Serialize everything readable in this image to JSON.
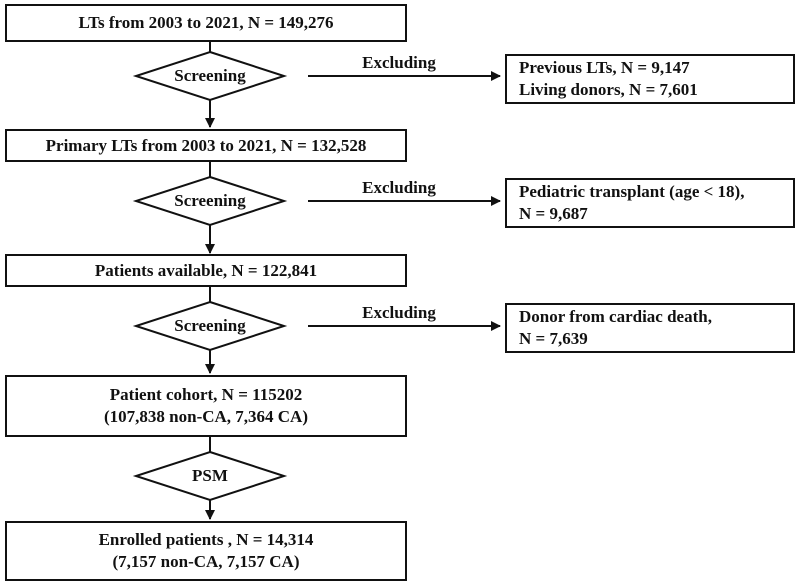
{
  "main_boxes": [
    {
      "lines": [
        "LTs from 2003 to 2021, N = 149,276"
      ]
    },
    {
      "lines": [
        "Primary LTs from 2003 to 2021, N = 132,528"
      ]
    },
    {
      "lines": [
        "Patients available, N = 122,841"
      ]
    },
    {
      "lines": [
        "Patient cohort, N = 115202",
        "(107,838 non-CA, 7,364 CA)"
      ]
    },
    {
      "lines": [
        "Enrolled patients , N = 14,314",
        "(7,157 non-CA,  7,157 CA)"
      ]
    }
  ],
  "diamonds": [
    "Screening",
    "Screening",
    "Screening",
    "PSM"
  ],
  "exclusion_label": "Excluding",
  "exclusion_boxes": [
    {
      "lines": [
        "Previous LTs, N = 9,147",
        "Living donors, N = 7,601"
      ]
    },
    {
      "lines": [
        "Pediatric transplant (age < 18),",
        "N = 9,687"
      ]
    },
    {
      "lines": [
        "Donor from cardiac death,",
        "N = 7,639"
      ]
    }
  ]
}
